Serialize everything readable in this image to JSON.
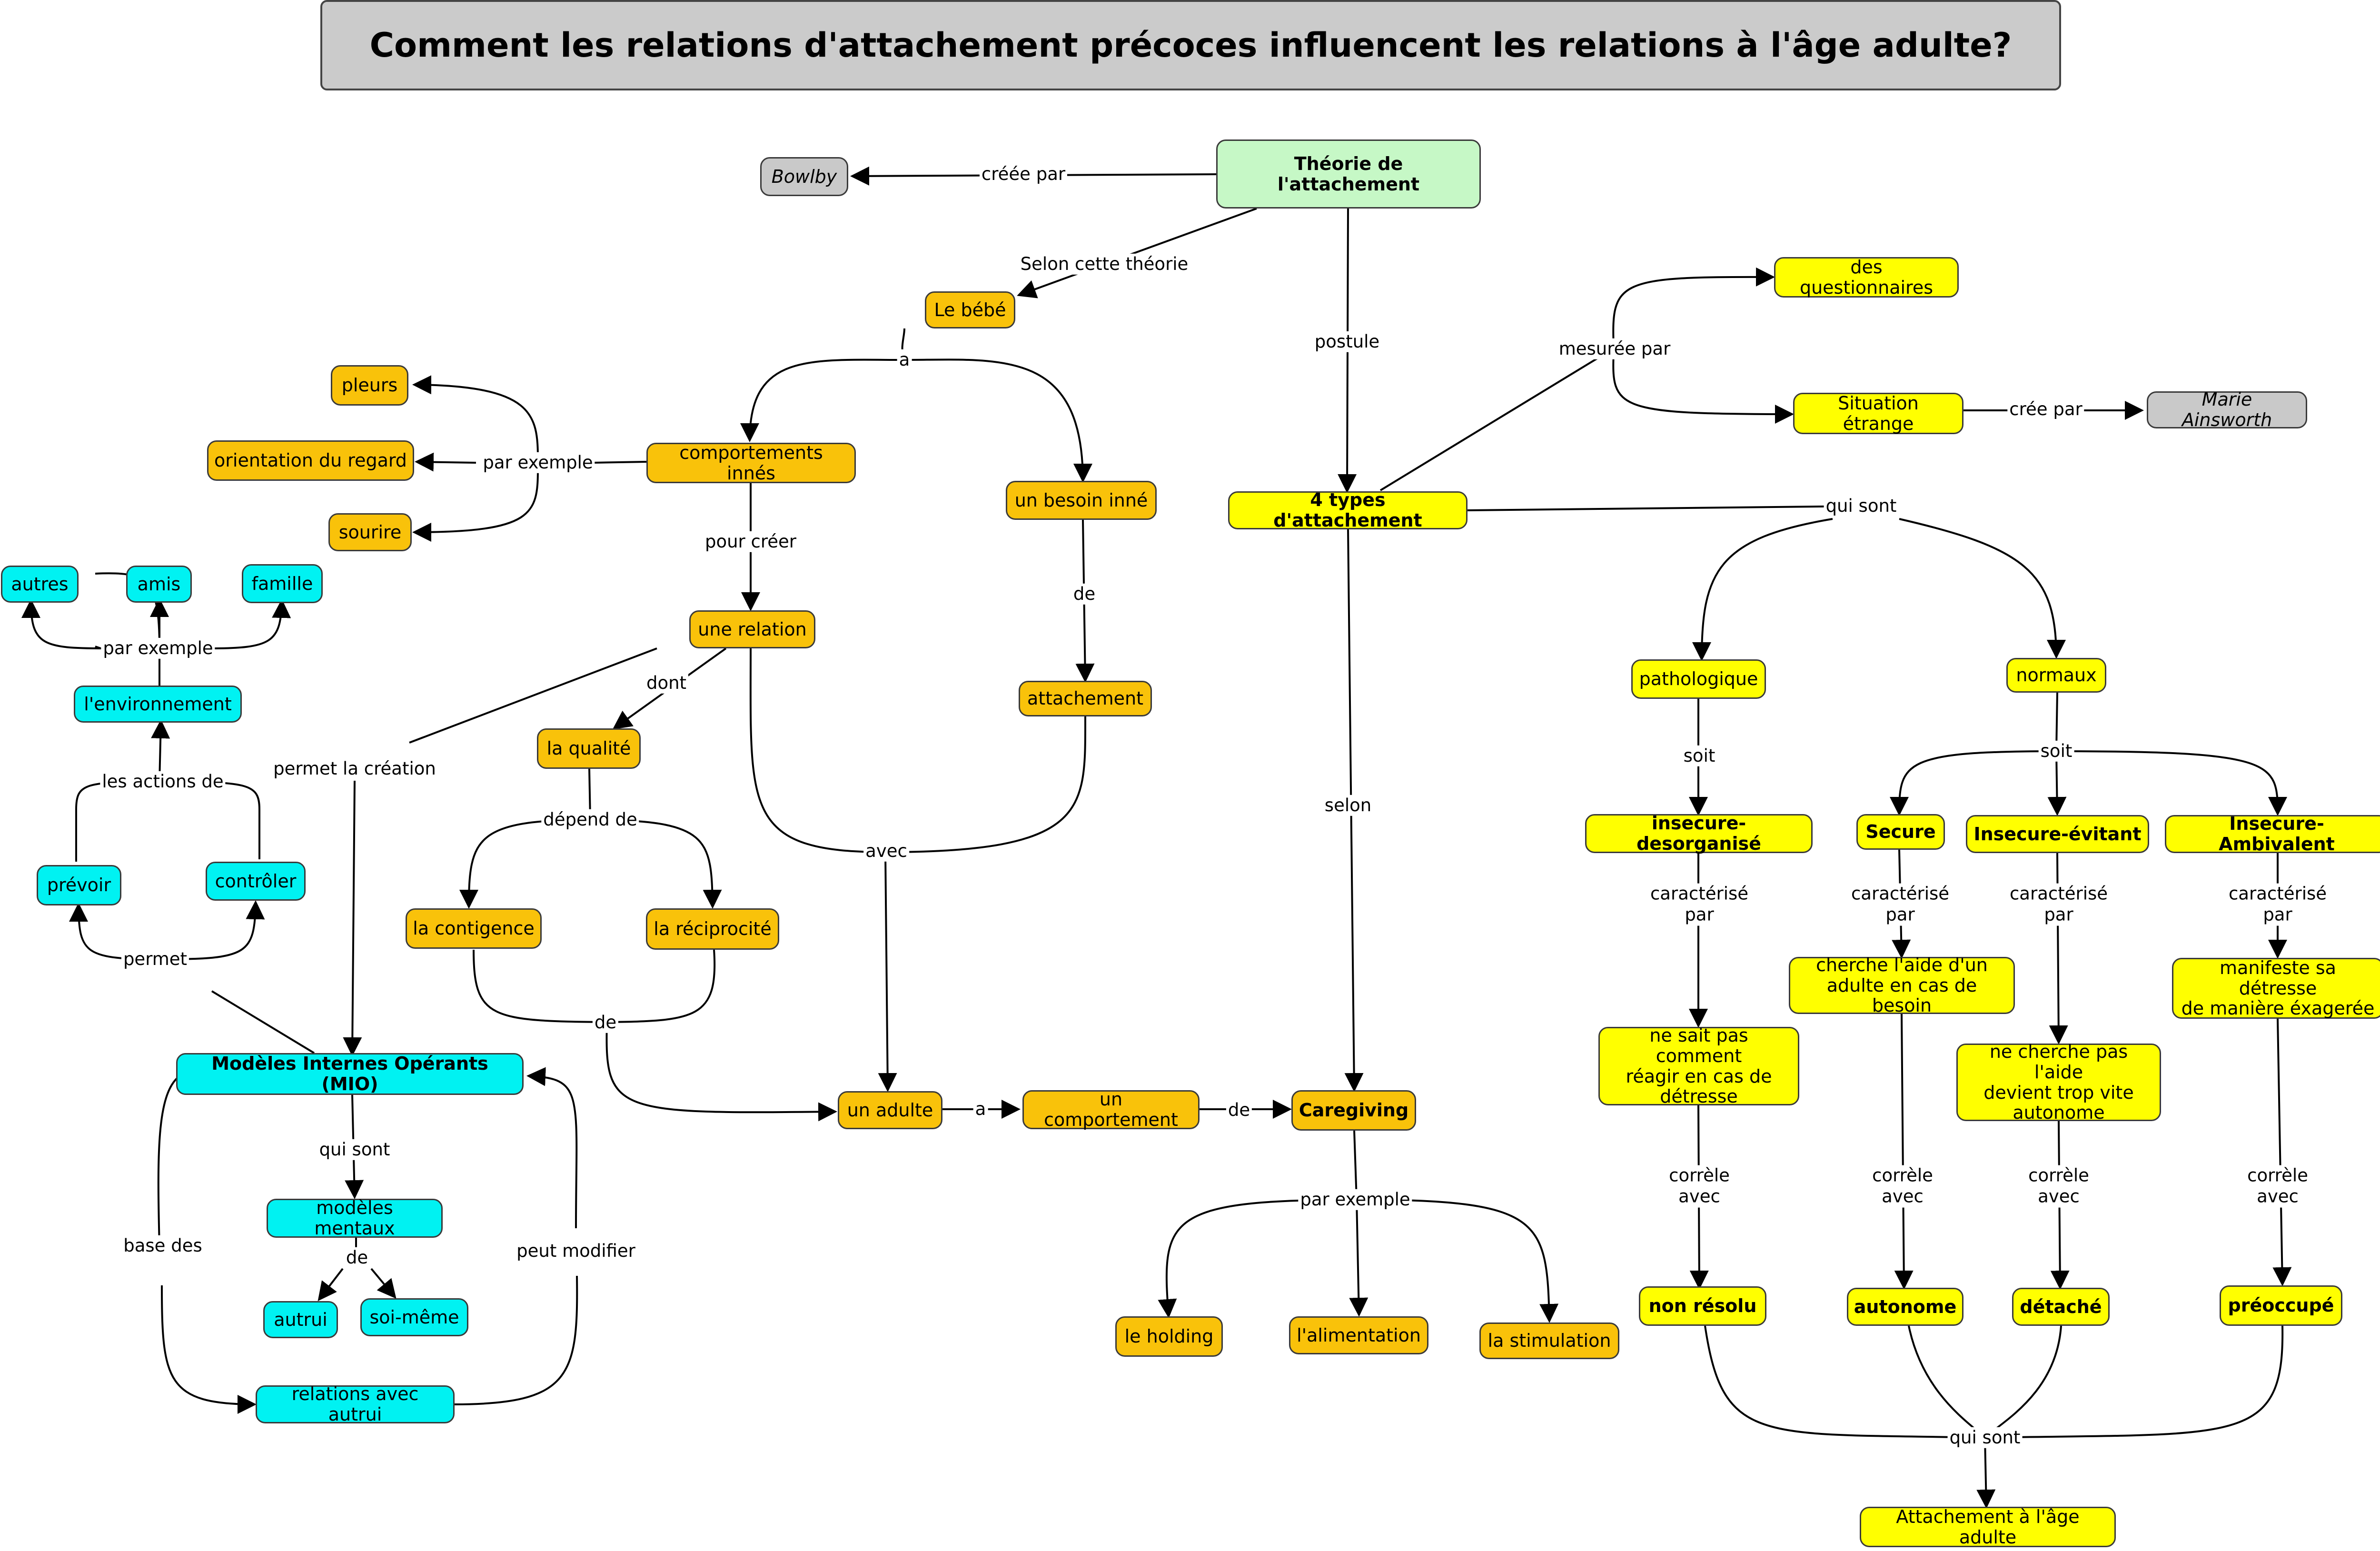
{
  "title": "Comment les relations d'attachement précoces influencent les relations à l'âge adulte?",
  "nodes": {
    "theorie": "Théorie de l'attachement",
    "bowlby": "Bowlby",
    "bebe": "Le bébé",
    "comportements": "comportements innés",
    "pleurs": "pleurs",
    "regard": "orientation du regard",
    "sourire": "sourire",
    "besoin": "un besoin inné",
    "attachement": "attachement",
    "relation": "une relation",
    "qualite": "la qualité",
    "contigence": "la contigence",
    "reciprocite": "la réciprocité",
    "adulte": "un adulte",
    "comportement": "un comportement",
    "caregiving": "Caregiving",
    "holding": "le holding",
    "alimentation": "l'alimentation",
    "stimulation": "la stimulation",
    "autres": "autres",
    "amis": "amis",
    "famille": "famille",
    "environnement": "l'environnement",
    "prevoir": "prévoir",
    "controler": "contrôler",
    "mio": "Modèles Internes Opérants (MIO)",
    "mentaux": "modèles mentaux",
    "autrui": "autrui",
    "soimeme": "soi-même",
    "relations_autrui": "relations avec autrui",
    "types": "4 types d'attachement",
    "questionnaires": "des questionnaires",
    "situation": "Situation étrange",
    "ainsworth": "Marie Ainsworth",
    "pathologique": "pathologique",
    "normaux": "normaux",
    "desorganise": "insecure-desorganisé",
    "secure": "Secure",
    "evitant": "Insecure-évitant",
    "ambivalent": "Insecure-Ambivalent",
    "nesait": "ne sait pas comment\nréagir en cas de\ndétresse",
    "cherche": "cherche l'aide d'un\nadulte en cas de besoin",
    "necherche": "ne cherche pas l'aide\ndevient trop vite\nautonome",
    "manifeste": "manifeste sa détresse\nde manière éxagerée",
    "nonresolu": "non résolu",
    "autonome": "autonome",
    "detache": "détaché",
    "preoccupe": "préoccupé",
    "adulte_att": "Attachement à l'âge adulte"
  },
  "labels": {
    "creee_par": "créée par",
    "selon_theorie": "Selon cette théorie",
    "a1": "a",
    "par_exemple1": "par exemple",
    "pour_creer": "pour créer",
    "de1": "de",
    "dont": "dont",
    "permet_creation": "permet la création",
    "depend_de": "dépend de",
    "avec": "avec",
    "de2": "de",
    "a2": "a",
    "de3": "de",
    "par_exemple2": "par exemple",
    "par_exemple3": "par exemple",
    "actions_de": "les actions de",
    "permet": "permet",
    "qui_sont1": "qui sont",
    "de4": "de",
    "base_des": "base des",
    "peut_modifier": "peut modifier",
    "postule": "postule",
    "mesuree_par": "mesurée par",
    "cree_par": "crée par",
    "qui_sont2": "qui sont",
    "selon": "selon",
    "soit1": "soit",
    "soit2": "soit",
    "car1": "caractérisé\npar",
    "car2": "caractérisé\npar",
    "car3": "caractérisé\npar",
    "car4": "caractérisé\npar",
    "corr1": "corrèle\navec",
    "corr2": "corrèle\navec",
    "corr3": "corrèle\navec",
    "corr4": "corrèle\navec",
    "qui_sont3": "qui sont"
  }
}
